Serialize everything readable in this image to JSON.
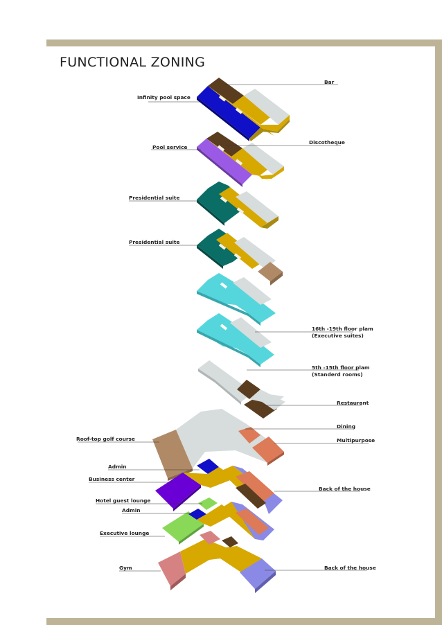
{
  "title": "FUNCTIONAL ZONING",
  "colors": {
    "frame": "#bdb498",
    "pool_blue": "#1010c8",
    "gold": "#d6a800",
    "brown": "#5a3d1e",
    "light_grey": "#d7dcdc",
    "purple_pool_service": "#9a5ae6",
    "teal": "#0a6e66",
    "tan": "#b08a66",
    "cyan": "#55d6dc",
    "coral": "#dd7a58",
    "violet": "#6a00d6",
    "periwinkle": "#8a8ae6",
    "green": "#8ad858",
    "pink": "#d78282"
  },
  "labels": {
    "bar": "Bar",
    "infinity_pool": "Infinity pool space",
    "discotheque": "Discotheque",
    "pool_service": "Pool service",
    "presidential_suite_1": "Presidential suite",
    "presidential_suite_2": "Presidential suite",
    "floor_16_19_line1": "16th -19th floor plam",
    "floor_16_19_line2": "(Executive suites)",
    "floor_5_15_line1": "5th -15th floor plam",
    "floor_5_15_line2": "(Standerd rooms)",
    "restaurant": "Restaurant",
    "dining": "Dining",
    "rooftop_golf": "Roof-top golf course",
    "multipurpose": "Multipurpose",
    "admin_1": "Admin",
    "business_center": "Business center",
    "back_of_house_1": "Back of the house",
    "hotel_guest_lounge": "Hotel guest lounge",
    "admin_2": "Admin",
    "executive_lounge": "Executive lounge",
    "gym": "Gym",
    "back_of_house_2": "Back of the house"
  }
}
